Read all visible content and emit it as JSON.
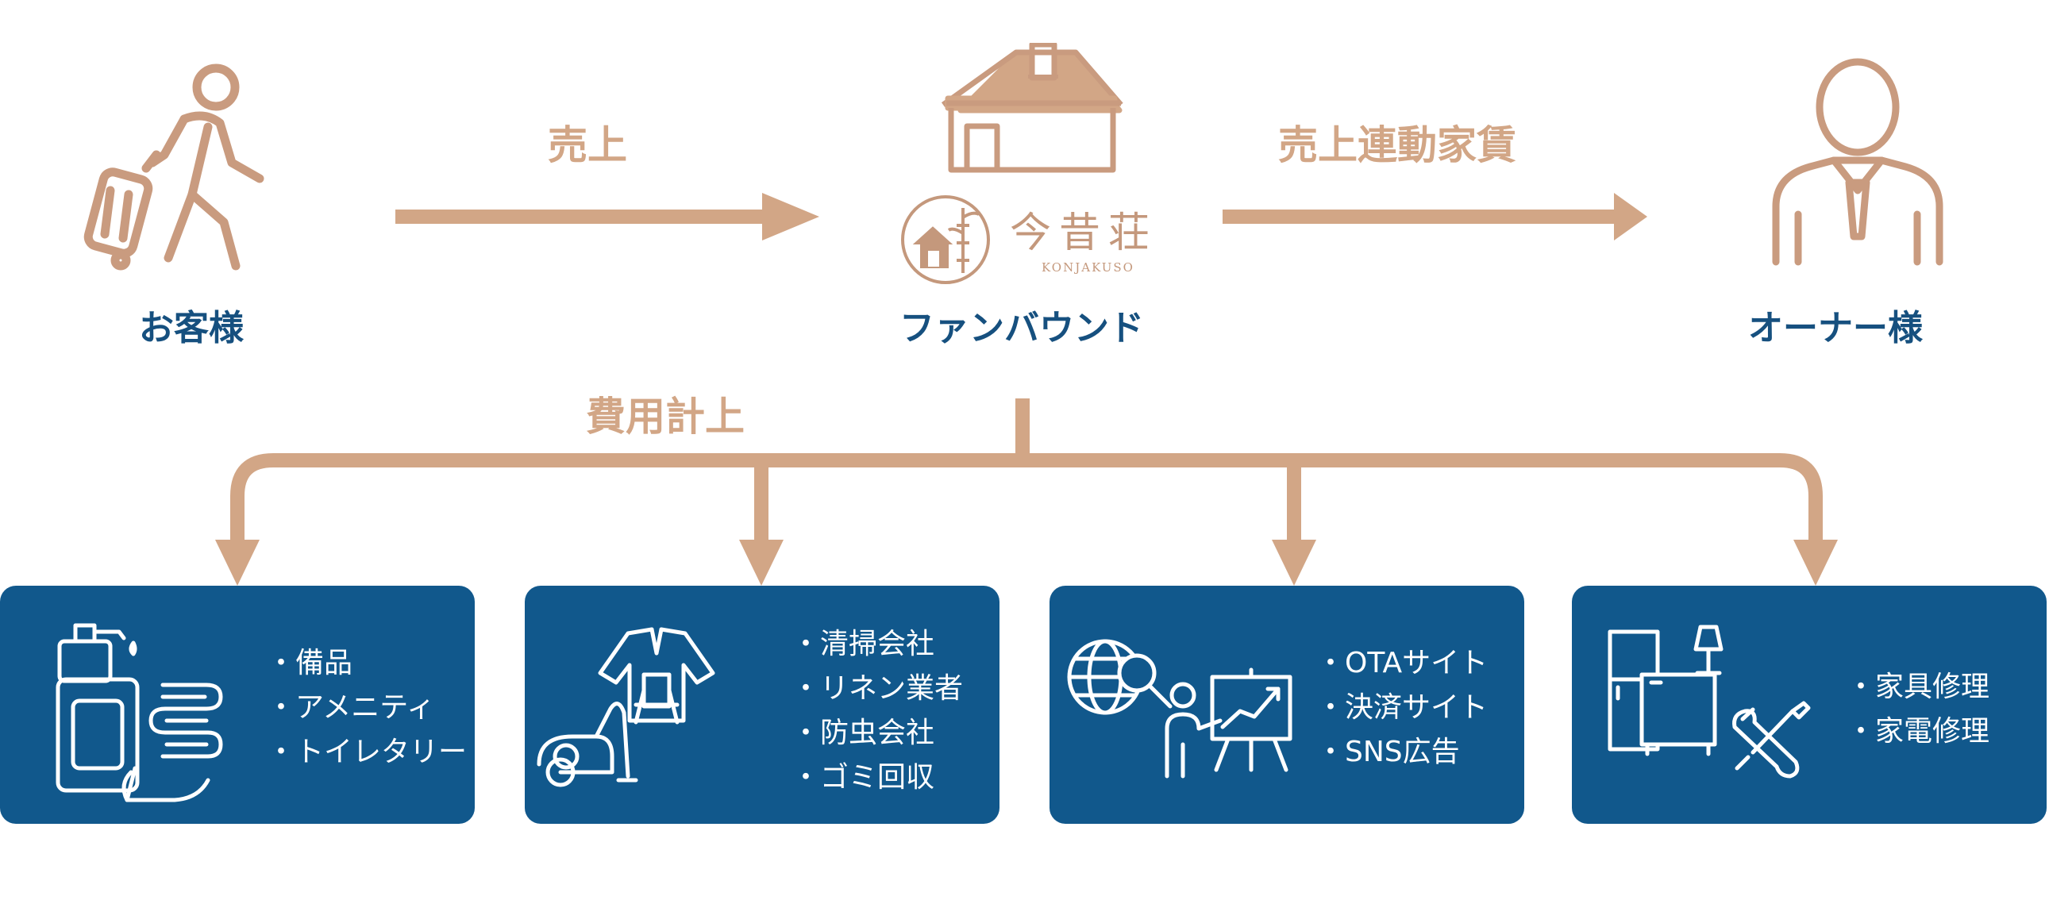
{
  "nodes": {
    "customer": "お客様",
    "company": "ファンバウンド",
    "owner": "オーナー様"
  },
  "flows": {
    "sales": "売上",
    "rent": "売上連動家賃",
    "expense": "費用計上"
  },
  "brand": {
    "name": "今昔荘",
    "sub": "KONJAKUSO"
  },
  "colors": {
    "accent": "#d2a686",
    "navy": "#16507f",
    "card": "#11588c"
  },
  "cards": [
    {
      "icon": "amenity-icon",
      "items": [
        "備品",
        "アメニティ",
        "トイレタリー"
      ]
    },
    {
      "icon": "cleaning-icon",
      "items": [
        "清掃会社",
        "リネン業者",
        "防虫会社",
        "ゴミ回収"
      ]
    },
    {
      "icon": "marketing-icon",
      "items": [
        "OTAサイト",
        "決済サイト",
        "SNS広告"
      ]
    },
    {
      "icon": "repair-icon",
      "items": [
        "家具修理",
        "家電修理"
      ]
    }
  ]
}
